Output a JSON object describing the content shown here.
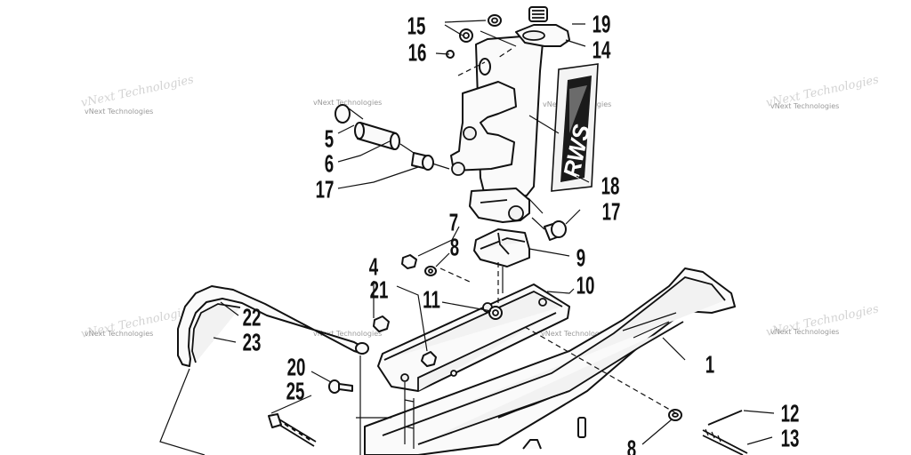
{
  "watermark": "vNext Technologies",
  "callouts": [
    {
      "id": "c1",
      "label": "1"
    },
    {
      "id": "c4",
      "label": "4"
    },
    {
      "id": "c5",
      "label": "5"
    },
    {
      "id": "c6",
      "label": "6"
    },
    {
      "id": "c7",
      "label": "7"
    },
    {
      "id": "c8a",
      "label": "8"
    },
    {
      "id": "c8b",
      "label": "8"
    },
    {
      "id": "c9",
      "label": "9"
    },
    {
      "id": "c10",
      "label": "10"
    },
    {
      "id": "c11",
      "label": "11"
    },
    {
      "id": "c12",
      "label": "12"
    },
    {
      "id": "c13",
      "label": "13"
    },
    {
      "id": "c14",
      "label": "14"
    },
    {
      "id": "c15",
      "label": "15"
    },
    {
      "id": "c16",
      "label": "16"
    },
    {
      "id": "c17a",
      "label": "17"
    },
    {
      "id": "c17b",
      "label": "17"
    },
    {
      "id": "c18",
      "label": "18"
    },
    {
      "id": "c19",
      "label": "19"
    },
    {
      "id": "c20",
      "label": "20"
    },
    {
      "id": "c21",
      "label": "21"
    },
    {
      "id": "c22",
      "label": "22"
    },
    {
      "id": "c23",
      "label": "23"
    },
    {
      "id": "c25",
      "label": "25"
    }
  ],
  "decal_text": "RWS"
}
